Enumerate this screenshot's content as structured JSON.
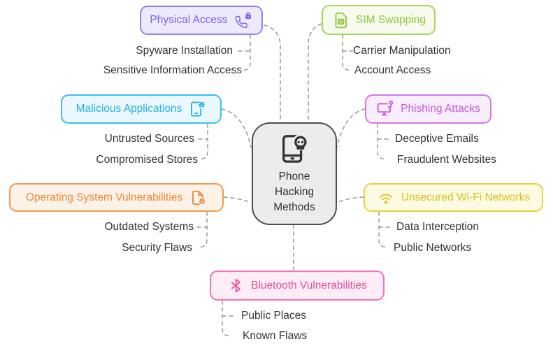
{
  "diagram": {
    "title": "Phone Hacking Methods",
    "center": {
      "label": "Phone Hacking Methods",
      "icon": "phone-skull-icon",
      "text_color": "#333333",
      "border_color": "#4d4d4d",
      "bg_color": "#ececec"
    },
    "branches": [
      {
        "id": "physical-access",
        "label": "Physical Access",
        "icon": "phone-lock-icon",
        "text_color": "#7a5cf0",
        "border_color": "#9a7cf2",
        "bg_color": "#eeeafe",
        "children": [
          "Spyware Installation",
          "Sensitive Information Access"
        ]
      },
      {
        "id": "sim-swapping",
        "label": "SIM Swapping",
        "icon": "sim-card-icon",
        "text_color": "#8fc73e",
        "border_color": "#a9d35c",
        "bg_color": "#f7fbee",
        "children": [
          "Carrier Manipulation",
          "Account Access"
        ]
      },
      {
        "id": "malicious-applications",
        "label": "Malicious Applications",
        "icon": "phone-bug-icon",
        "text_color": "#28b1e8",
        "border_color": "#3fbdf2",
        "bg_color": "#eaf8fe",
        "children": [
          "Untrusted Sources",
          "Compromised Stores"
        ]
      },
      {
        "id": "phishing-attacks",
        "label": "Phishing Attacks",
        "icon": "monitor-hook-icon",
        "text_color": "#c75be2",
        "border_color": "#d378ea",
        "bg_color": "#f8eefc",
        "children": [
          "Deceptive Emails",
          "Fraudulent Websites"
        ]
      },
      {
        "id": "operating-system-vulnerabilities",
        "label": "Operating System Vulnerabilities",
        "icon": "file-bug-icon",
        "text_color": "#ec8a3a",
        "border_color": "#f09a52",
        "bg_color": "#fdf2e7",
        "children": [
          "Outdated Systems",
          "Security Flaws"
        ]
      },
      {
        "id": "unsecured-wifi-networks",
        "label": "Unsecured Wi-Fi Networks",
        "icon": "wifi-icon",
        "text_color": "#d9c41f",
        "border_color": "#e7d23a",
        "bg_color": "#fdfae3",
        "children": [
          "Data Interception",
          "Public Networks"
        ]
      },
      {
        "id": "bluetooth-vulnerabilities",
        "label": "Bluetooth Vulnerabilities",
        "icon": "bluetooth-icon",
        "text_color": "#ea4d9b",
        "border_color": "#f273b7",
        "bg_color": "#fdeef6",
        "children": [
          "Public Places",
          "Known Flaws"
        ]
      }
    ],
    "connector_color": "#999999",
    "subitem_text_color": "#333333"
  }
}
